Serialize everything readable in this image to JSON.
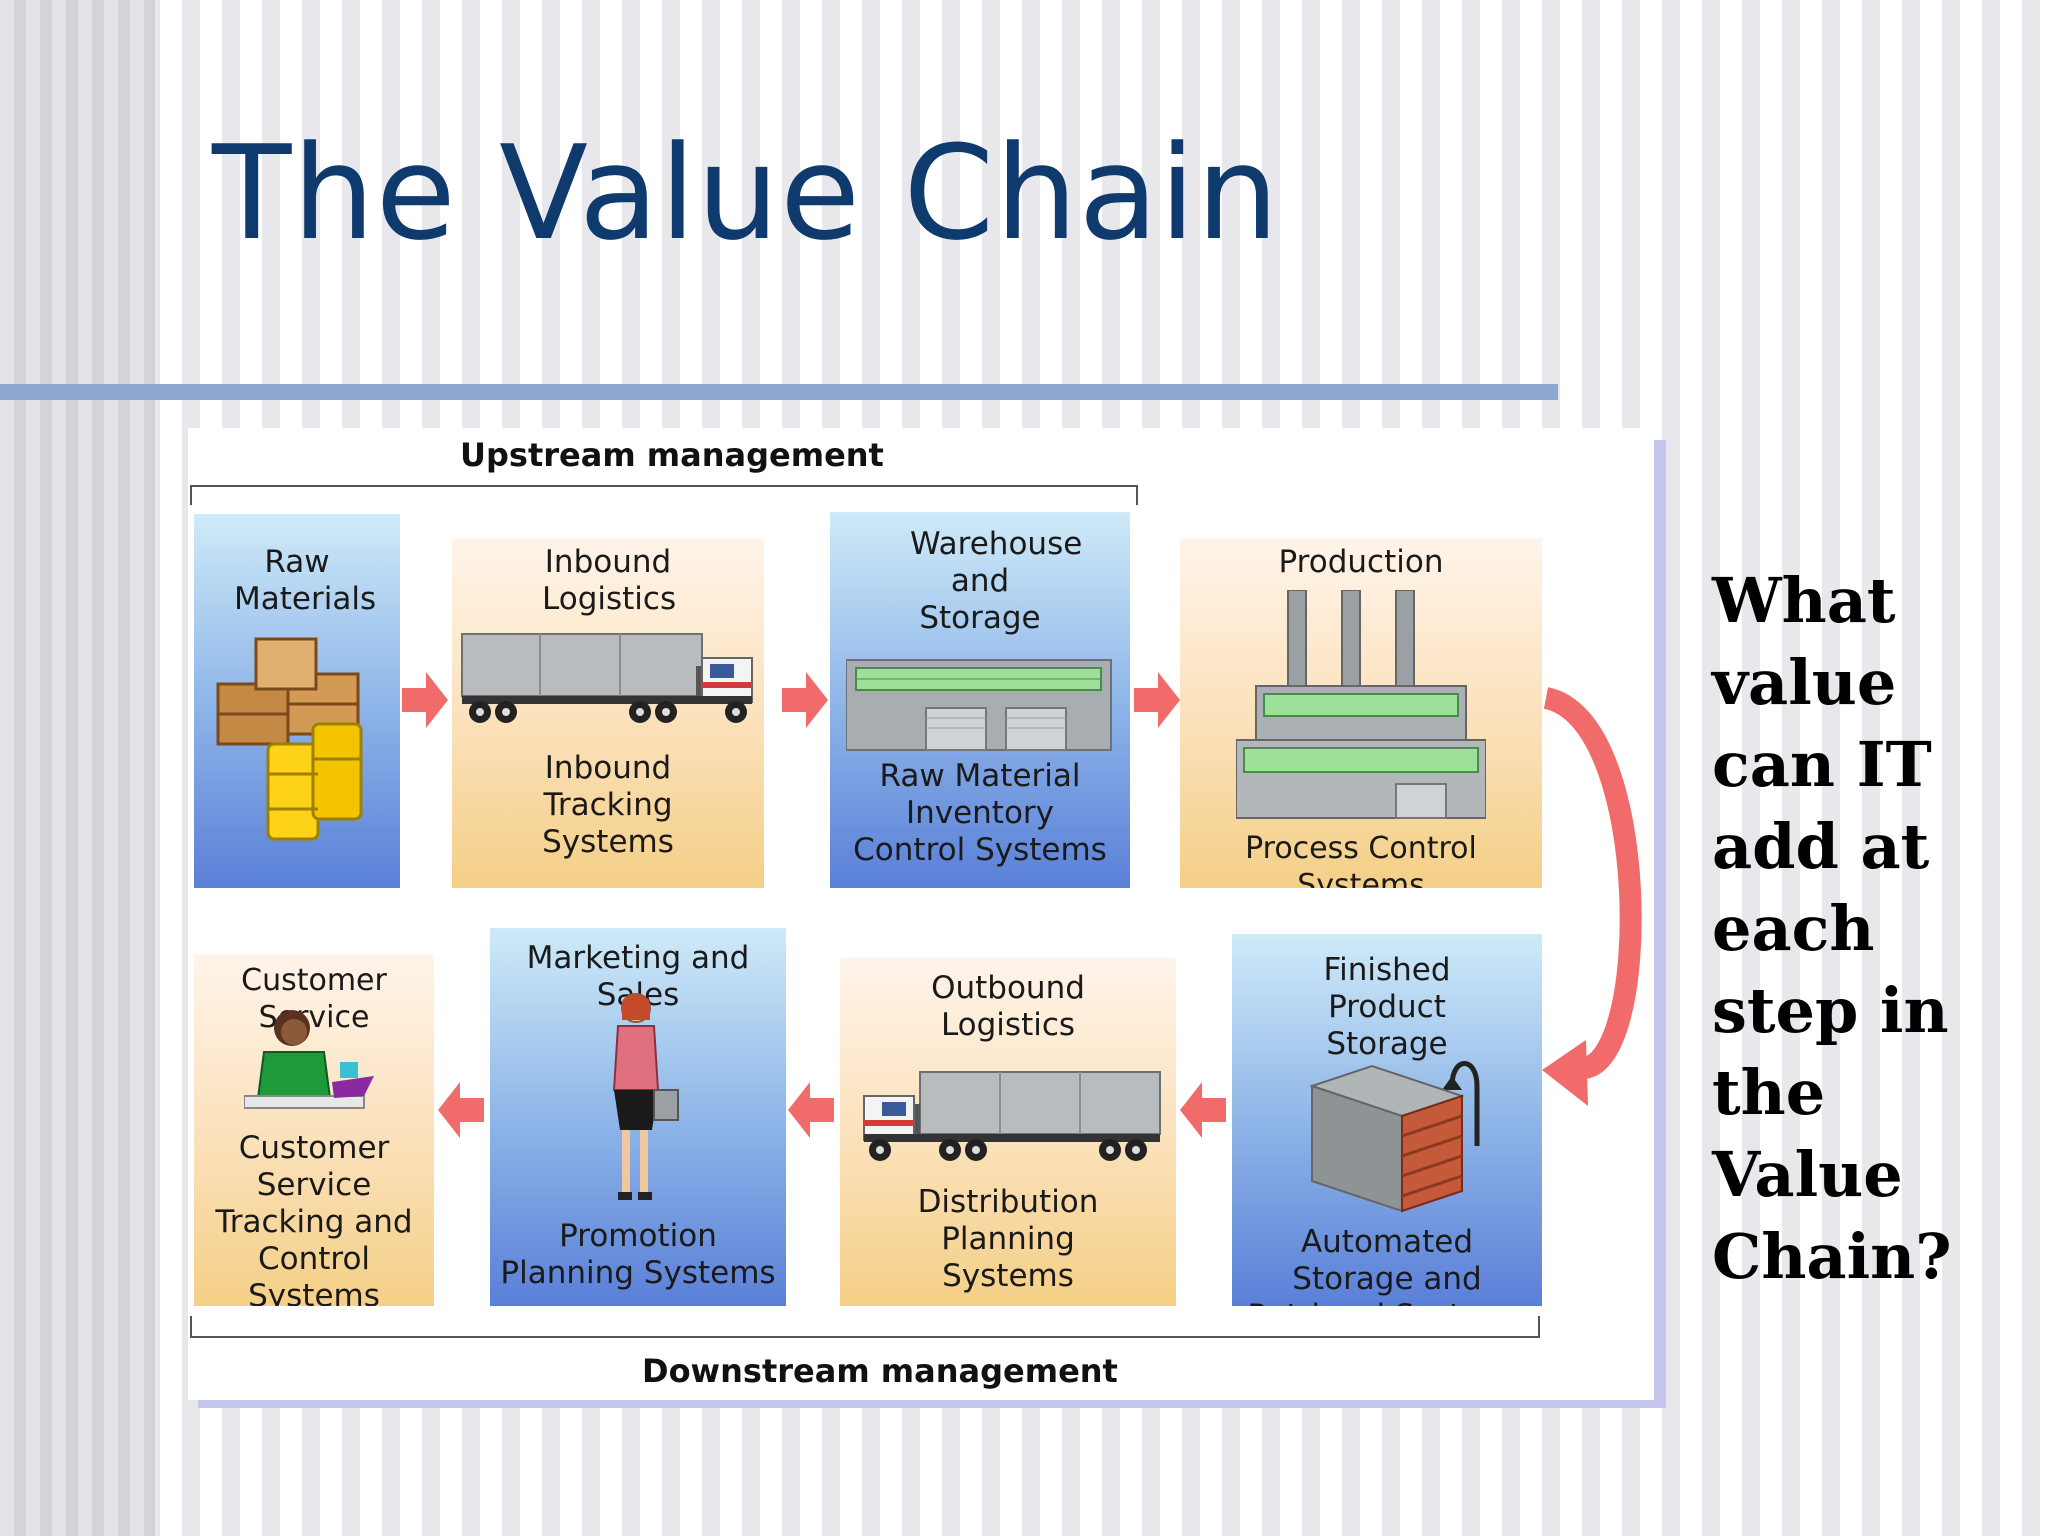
{
  "title": "The Value Chain",
  "side_question": [
    "What",
    "value",
    "can IT",
    "add at",
    "each",
    "step in",
    "the",
    "Value",
    "Chain?"
  ],
  "diagram": {
    "upstream_label": "Upstream management",
    "downstream_label": "Downstream management",
    "stages": {
      "raw_materials": {
        "name": "Raw Materials",
        "system": ""
      },
      "inbound_logistics": {
        "name": "Inbound Logistics",
        "system": "Inbound Tracking Systems"
      },
      "warehouse": {
        "name": "Warehouse and Storage",
        "system": "Raw Material Inventory Control Systems"
      },
      "production": {
        "name": "Production",
        "system": "Process Control Systems"
      },
      "finished_storage": {
        "name": "Finished Product Storage",
        "system": "Automated Storage and Retrieval Systems"
      },
      "outbound_logistics": {
        "name": "Outbound Logistics",
        "system": "Distribution Planning Systems"
      },
      "marketing": {
        "name": "Marketing and Sales",
        "system": "Promotion Planning Systems"
      },
      "customer_service": {
        "name": "Customer Service",
        "system": "Customer Service Tracking and Control Systems"
      }
    }
  },
  "colors": {
    "title": "#0f3a6e",
    "rule": "#8fa8cf",
    "arrow": "#f26b6b"
  }
}
